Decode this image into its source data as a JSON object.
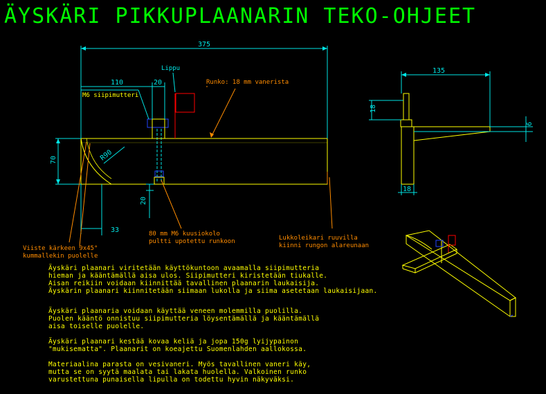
{
  "title": "ÄYSKÄRI PIKKUPLAANARIN TEKO-OHJEET",
  "dimensions": {
    "width": "375",
    "width_right": "135",
    "d110": "110",
    "d20_top": "20",
    "d70": "70",
    "r90": "R90",
    "d20_bottom": "20",
    "d33": "33",
    "d18_left": "18",
    "d18_bottom": "18",
    "d6": "6"
  },
  "labels": {
    "lippu": "Lippu",
    "runko": "Runko: 18 mm vanerista",
    "siipimutteri": "M6 siipimutteri",
    "pultti_1": "80 mm M6 kuusiokolo",
    "pultti_2": "pultti upotettu runkoon",
    "lukko_1": "Lukkoleikari ruuvilla",
    "lukko_2": "kiinni rungon alareunaan",
    "viiste_1": "Viiste kärkeen 9x45°",
    "viiste_2": "kummallekin puolelle"
  },
  "paragraphs": [
    "Äyskäri plaanari viritetään käyttökuntoon avaamalla siipimutteria\nhieman ja kääntämällä aisa ulos. Siipimutteri kiristetään tiukalle.\nAisan reikiin voidaan kiinnittää tavallinen plaanarin laukaisija.\nÄyskärin plaanari kiinnitetään siimaan lukolla ja siima asetetaan laukaisijaan.",
    "Äyskäri plaanaria voidaan käyttää veneen molemmilla puolilla.\nPuolen kääntö onnistuu siipimutteria löysentämällä ja kääntämällä\naisa toiselle puolelle.",
    "Äyskäri plaanari kestää kovaa keliä ja jopa 150g lyijypainon\n\"mukisematta\". Plaanarit on koeajettu Suomenlahden aallokossa.",
    "Materiaalina parasta on vesivaneri. Myös tavallinen vaneri käy,\nmutta se on syytä maalata tai lakata huolella. Valkoinen runko\nvarustettuna punaisella lipulla on todettu hyvin näkyväksi."
  ],
  "colors": {
    "title": "#00ff00",
    "outline": "#ffff00",
    "dimension": "#00e5e5",
    "leader": "#ff8c00",
    "flag": "#ff0000",
    "nut": "#0000ff"
  }
}
